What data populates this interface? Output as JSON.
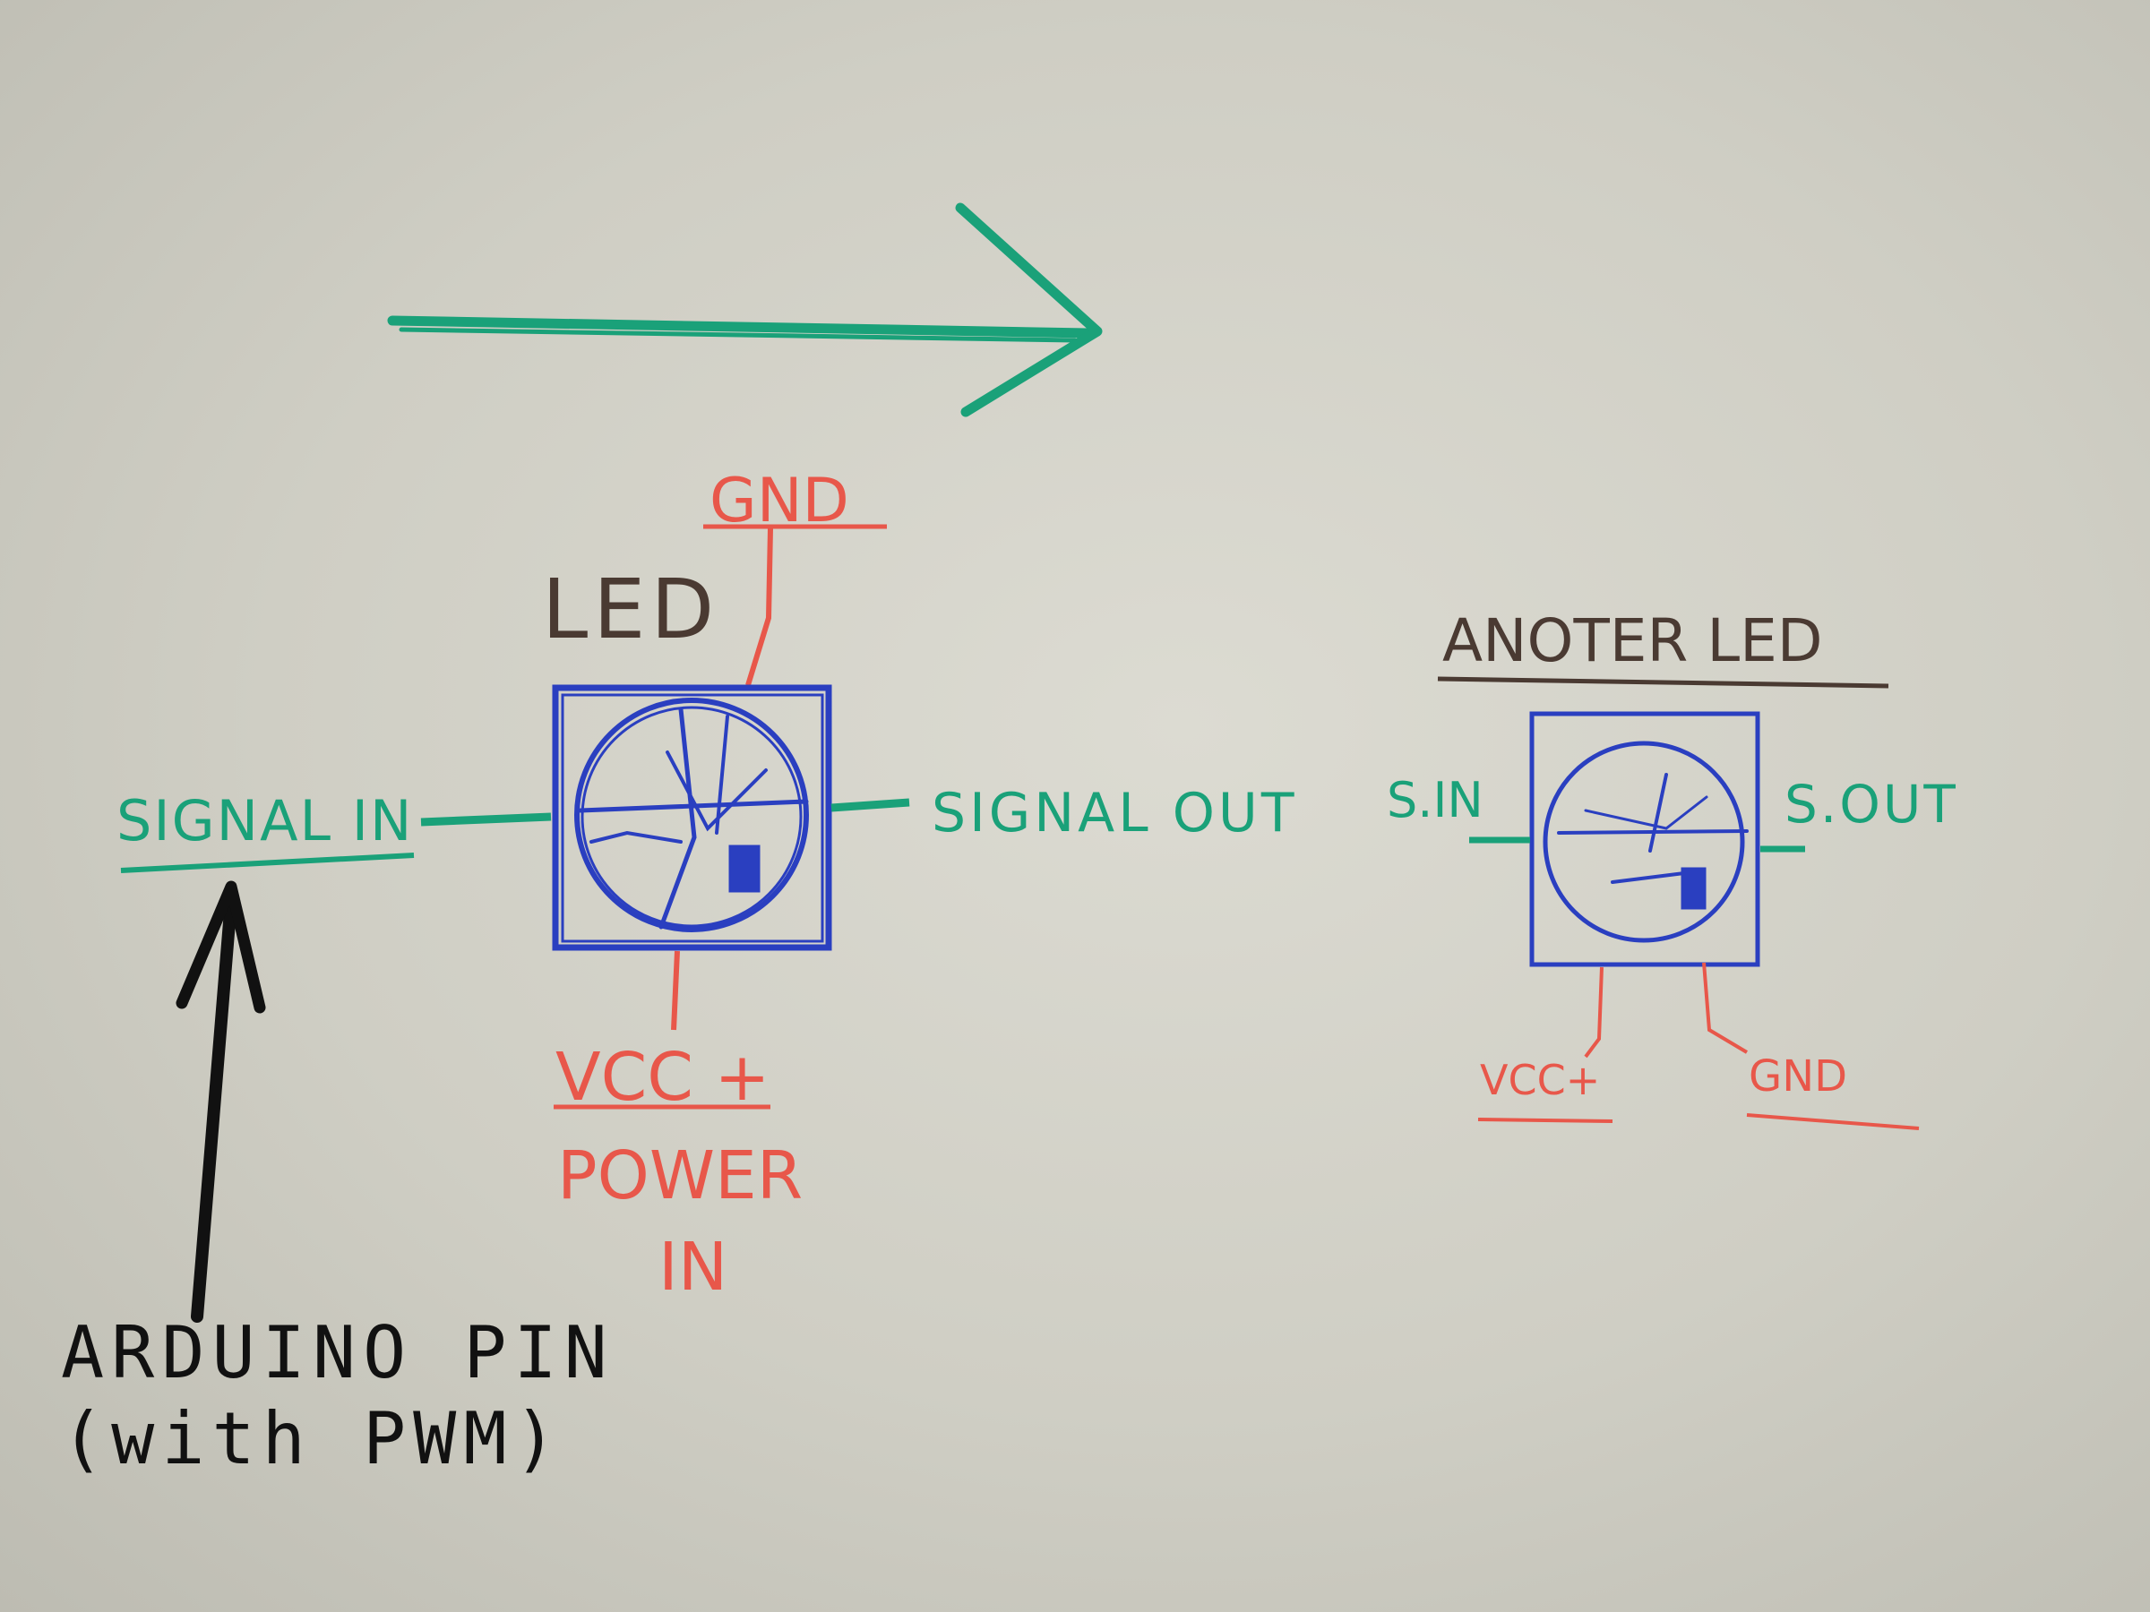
{
  "colors": {
    "green": "#1aa179",
    "blue": "#2a3fc0",
    "red": "#e8574a",
    "brown": "#4a3a32",
    "black": "#111111"
  },
  "flow_arrow": {
    "icon": "right-arrow-icon"
  },
  "led1": {
    "title": "LED",
    "top_pin": "GND",
    "left_pin": "SIGNAL IN",
    "right_pin": "SIGNAL OUT",
    "bottom_pin_line1": "VCC +",
    "bottom_pin_line2": "POWER",
    "bottom_pin_line3": "IN"
  },
  "led2": {
    "title": "ANOTER LED",
    "left_pin": "S.IN",
    "right_pin": "S.OUT",
    "bottom_left_pin": "VCC+",
    "bottom_right_pin": "GND"
  },
  "arduino": {
    "line1": "ARDUINO PIN",
    "line2": "(with PWM)",
    "icon": "up-arrow-icon"
  }
}
